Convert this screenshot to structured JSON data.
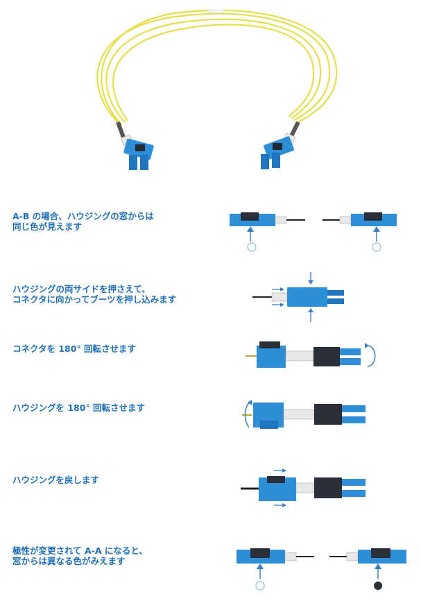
{
  "steps": [
    {
      "text": "A-B の場合、ハウジングの窓からは\n同じ色が見えます"
    },
    {
      "text": "ハウジングの両サイドを押さえて、\nコネクタに向かってブーツを押し込みます"
    },
    {
      "text": "コネクタを 180° 回転させます"
    },
    {
      "text": "ハウジングを 180° 回転させます"
    },
    {
      "text": "ハウジングを戻します"
    },
    {
      "text": "極性が変更されて A-A になると、\n窓からは異なる色がみえます"
    }
  ],
  "colors": {
    "text": "#1f6fb6",
    "connector_blue": "#2e8fd8",
    "cable_yellow": "#e7e34b",
    "arrow": "#3b7fc4",
    "dark": "#2b2f38"
  }
}
